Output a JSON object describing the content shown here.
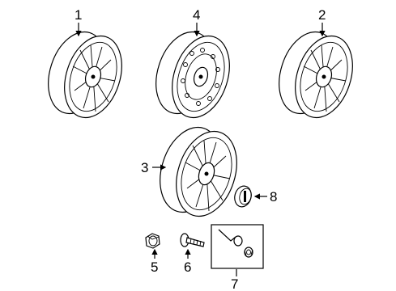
{
  "callouts": {
    "c1": "1",
    "c2": "2",
    "c3": "3",
    "c4": "4",
    "c5": "5",
    "c6": "6",
    "c7": "7",
    "c8": "8"
  },
  "parts": [
    {
      "callout": "1",
      "icon": "alloy-wheel-icon"
    },
    {
      "callout": "2",
      "icon": "alloy-wheel-icon"
    },
    {
      "callout": "3",
      "icon": "alloy-wheel-icon"
    },
    {
      "callout": "4",
      "icon": "steel-spare-wheel-icon"
    },
    {
      "callout": "5",
      "icon": "lug-nut-icon"
    },
    {
      "callout": "6",
      "icon": "wheel-stud-icon"
    },
    {
      "callout": "7",
      "icon": "wheel-lock-kit-icon"
    },
    {
      "callout": "8",
      "icon": "center-cap-icon"
    }
  ],
  "colors": {
    "line": "#000000",
    "background": "#ffffff"
  }
}
